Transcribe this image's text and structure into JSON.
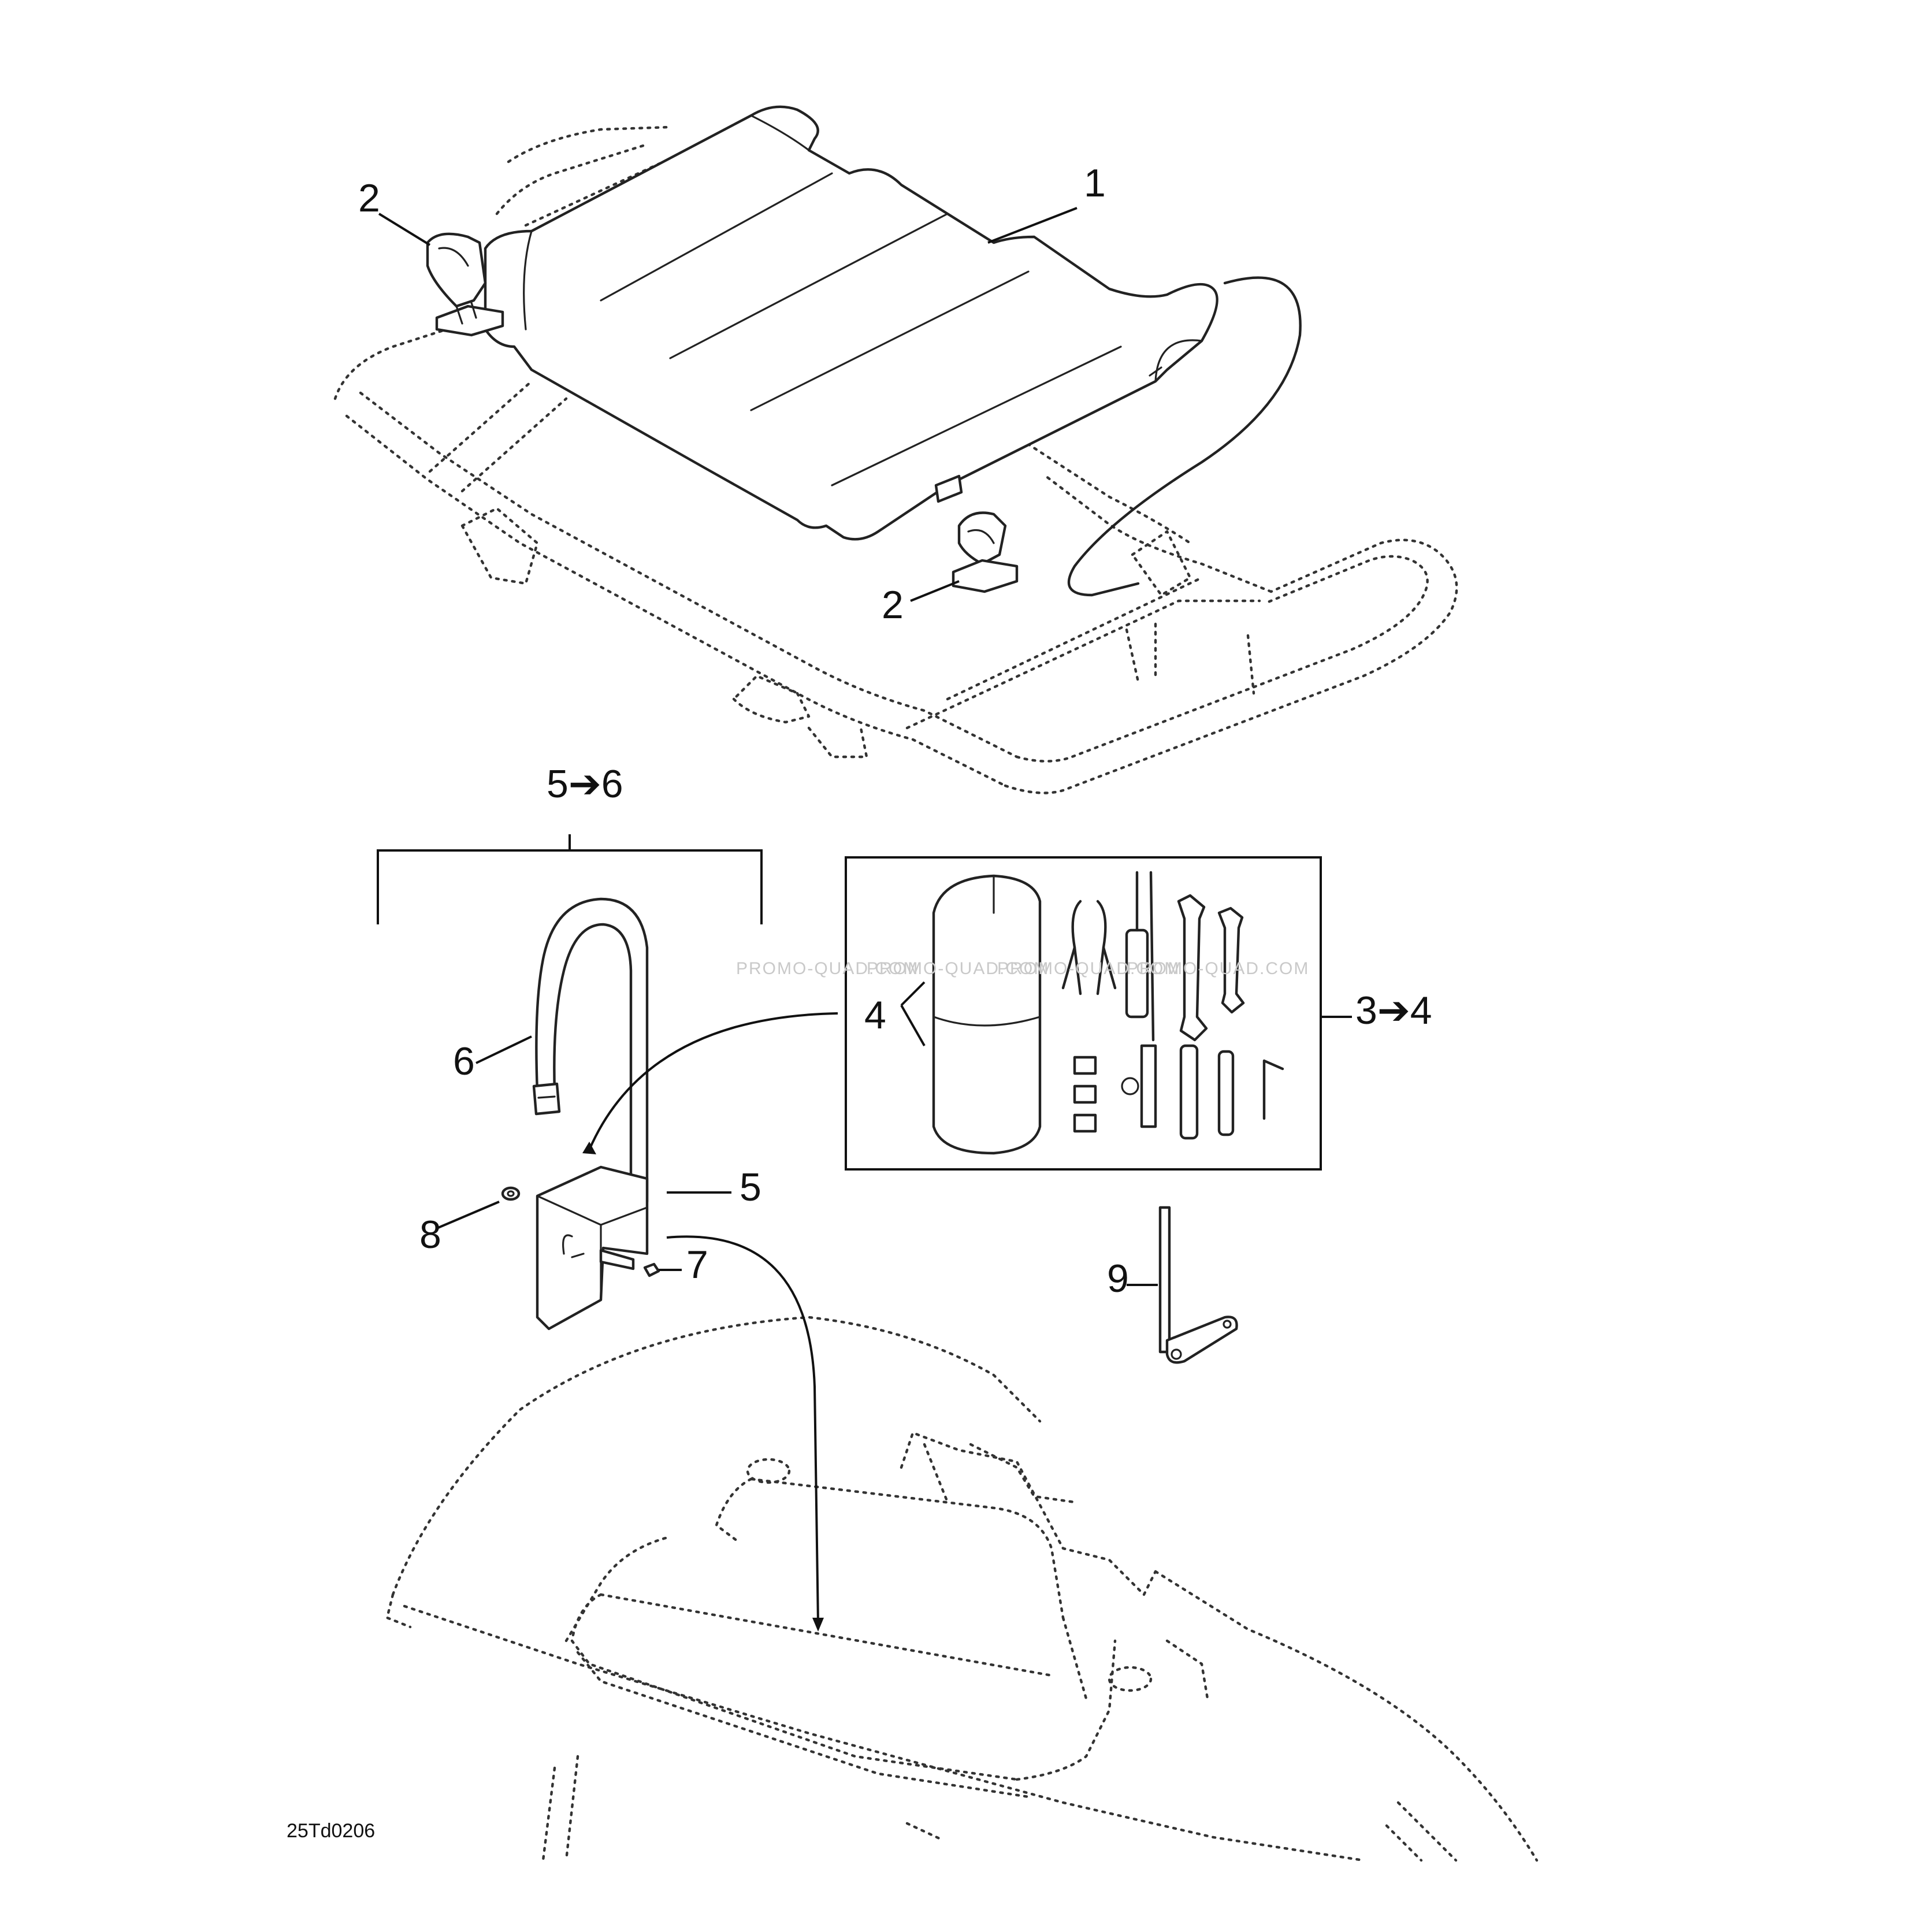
{
  "diagram": {
    "drawing_code": "25Td0206",
    "watermark": [
      "PROMO-QUAD.COM",
      "PROMO-QUAD.COM",
      "PROMO-QUAD.COM",
      "PROMO-QUAD.COM"
    ],
    "callouts": {
      "c1": "1",
      "c2a": "2",
      "c2b": "2",
      "c3to4": "3➔4",
      "c4": "4",
      "c5": "5",
      "c5to6": "5➔6",
      "c6": "6",
      "c7": "7",
      "c8": "8",
      "c9": "9"
    }
  }
}
